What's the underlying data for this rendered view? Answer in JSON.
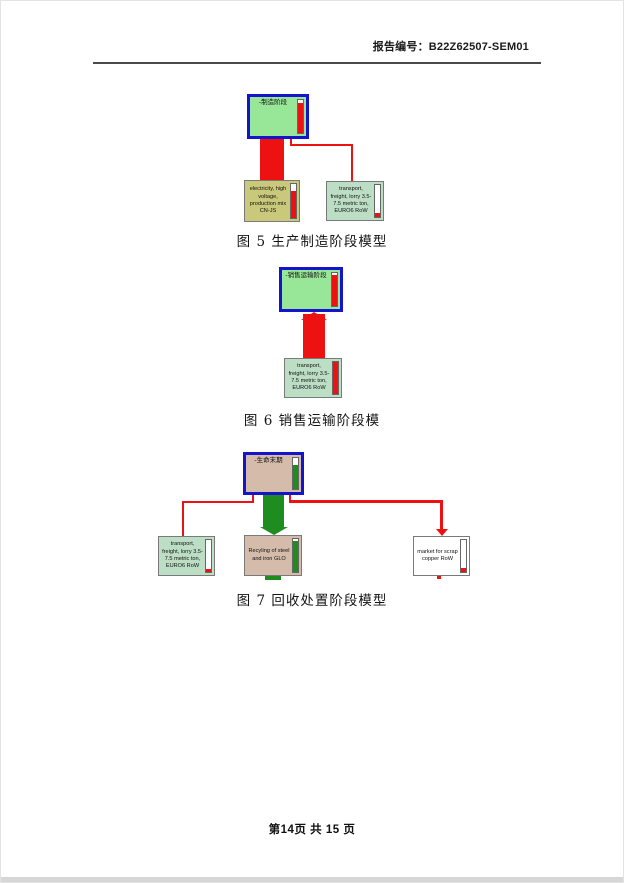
{
  "header": {
    "label": "报告编号：",
    "report_no": "B22Z62507-SEM01"
  },
  "figures": [
    {
      "caption": "图 5 生产制造阶段模型",
      "stage": {
        "label": "-制造阶段",
        "bar_color": "#ee1111",
        "bar_fill_pct": 92
      },
      "processes": [
        {
          "label": "electricity, high voltage, production mix CN-JS",
          "bar_color": "#ee1111",
          "bar_fill_pct": 78
        },
        {
          "label": "transport, freight, lorry 3.5-7.5 metric ton, EURO6 RoW",
          "bar_color": "#ee1111",
          "bar_fill_pct": 13
        }
      ]
    },
    {
      "caption": "图 6 销售运输阶段模",
      "stage": {
        "label": "-销售运输阶段",
        "bar_color": "#ee1111",
        "bar_fill_pct": 95
      },
      "processes": [
        {
          "label": "transport, freight, lorry 3.5-7.5 metric ton, EURO6 RoW",
          "bar_color": "#ee1111",
          "bar_fill_pct": 100
        }
      ]
    },
    {
      "caption": "图 7 回收处置阶段模型",
      "stage": {
        "label": "-生命末期",
        "bar_color": "#1e8c1e",
        "bar_fill_pct": 78
      },
      "processes": [
        {
          "label": "transport, freight, lorry 3.5-7.5 metric ton, EURO6 RoW",
          "bar_color": "#ee1111",
          "bar_fill_pct": 8
        },
        {
          "label": "Recyling of steel and iron GLO",
          "bar_color": "#1e8c1e",
          "bar_fill_pct": 95
        },
        {
          "label": "market for scrap copper RoW",
          "bar_color": "#ee1111",
          "bar_fill_pct": 14
        }
      ]
    }
  ],
  "footer": {
    "page_text": "第14页 共 15 页"
  },
  "colors": {
    "stage_border_blue": "#1414cc",
    "stage_green": "#98e698",
    "flow_red": "#ee1111",
    "flow_green": "#1e8c1e",
    "khaki_box": "#c9c87b",
    "mint_box": "#bcdec5",
    "tan_box": "#d5bcaa"
  }
}
